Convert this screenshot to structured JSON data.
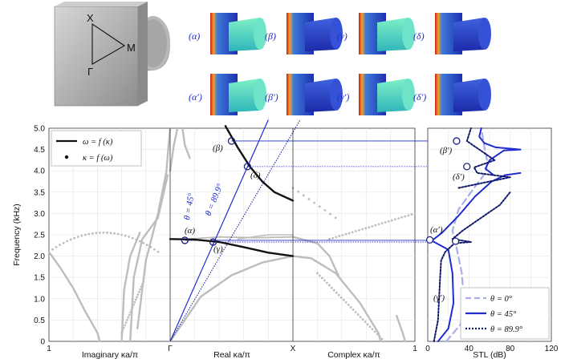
{
  "figure": {
    "cell_labels": {
      "X": "X",
      "M": "M",
      "G": "Γ"
    },
    "modes_top": [
      "(α)",
      "(β)",
      "(γ)",
      "(δ)"
    ],
    "modes_bottom": [
      "(α′)",
      "(β′)",
      "(γ′)",
      "(δ′)"
    ]
  },
  "colors": {
    "blue": "#1f2ccf",
    "gray": "#bdbdbd",
    "dark": "#111111",
    "navy": "#121a6e",
    "light_blue": "#a9aee8"
  },
  "chart_data": [
    {
      "type": "line",
      "ylabel": "Frequency (kHz)",
      "ylim": [
        0,
        5
      ],
      "yticks": [
        "0",
        "0.5",
        "1.0",
        "1.5",
        "2.0",
        "2.5",
        "3.0",
        "3.5",
        "4.0",
        "4.5",
        "5.0"
      ],
      "panels": [
        {
          "name": "imaginary",
          "xlabel": "Imaginary κa/π",
          "xticks": [
            "1",
            ""
          ]
        },
        {
          "name": "real",
          "xlabel": "Real κa/π",
          "xticks": [
            "Γ",
            "X"
          ]
        },
        {
          "name": "complex",
          "xlabel": "Complex κa/π",
          "xticks": [
            "",
            "1"
          ]
        }
      ],
      "legend": {
        "placement": "top-left",
        "entries": [
          "ω = f (κ)",
          "κ = f (ω)"
        ]
      },
      "angle_lines": [
        "θ = 45°",
        "θ = 89.9°"
      ],
      "real_branches": [
        {
          "name": "lower",
          "x": [
            0,
            0.2,
            0.4,
            0.6,
            0.8,
            1.0
          ],
          "y": [
            2.4,
            2.39,
            2.33,
            2.21,
            2.08,
            2.0
          ]
        },
        {
          "name": "upper",
          "x": [
            0.45,
            0.55,
            0.65,
            0.75,
            0.85,
            1.0
          ],
          "y": [
            5.05,
            4.55,
            4.1,
            3.75,
            3.5,
            3.3
          ]
        }
      ],
      "points": [
        {
          "label": "(α)",
          "x": 0.12,
          "y": 2.37
        },
        {
          "label": "(β)",
          "x": 0.5,
          "y": 4.7
        },
        {
          "label": "(γ)",
          "x": 0.35,
          "y": 2.33
        },
        {
          "label": "(δ)",
          "x": 0.63,
          "y": 4.1
        }
      ]
    },
    {
      "type": "line",
      "xlabel": "STL (dB)",
      "xlim": [
        0,
        120
      ],
      "xticks": [
        "0",
        "40",
        "80",
        "120"
      ],
      "ylim": [
        0,
        5
      ],
      "series": [
        {
          "name": "θ = 0°"
        },
        {
          "name": "θ = 45°"
        },
        {
          "name": "θ = 89.9°"
        }
      ],
      "legend": {
        "placement": "bottom-right"
      },
      "points": [
        {
          "label": "(α′)",
          "x": 2,
          "y": 2.38
        },
        {
          "label": "(β′)",
          "x": 28,
          "y": 4.7
        },
        {
          "label": "(γ′)",
          "x": 27,
          "y": 2.35
        },
        {
          "label": "(δ′)",
          "x": 38,
          "y": 4.1
        }
      ]
    }
  ]
}
